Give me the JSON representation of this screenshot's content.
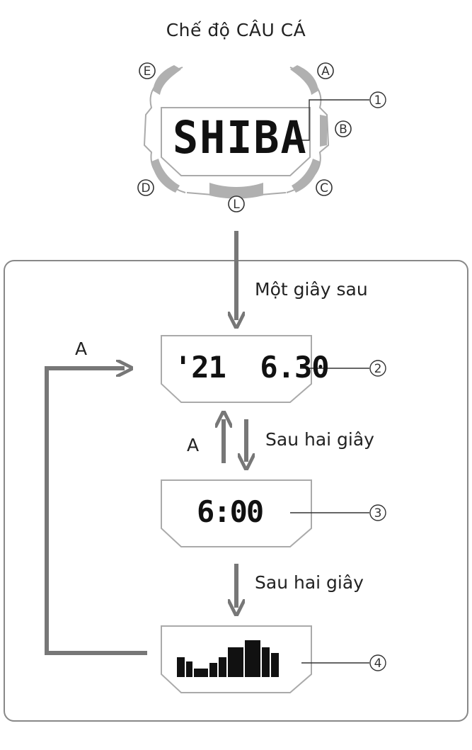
{
  "title": "Chế độ CÂU CÁ",
  "buttons": {
    "e": "E",
    "a": "A",
    "b": "B",
    "c": "C",
    "d": "D",
    "l": "L"
  },
  "callouts": [
    "1",
    "2",
    "3",
    "4"
  ],
  "screens": {
    "main": "SHIBA",
    "date": "'21  6.30",
    "time": "6:00"
  },
  "labels": {
    "after_one_second": "Một giây sau",
    "after_two_seconds_1": "Sau hai giây",
    "after_two_seconds_2": "Sau hai giây",
    "button_a_left": "A",
    "button_a_loop": "A"
  },
  "tide_graph": [
    {
      "h": 28,
      "w": 11
    },
    {
      "h": 22,
      "w": 9
    },
    {
      "h": 12,
      "w": 20
    },
    {
      "h": 20,
      "w": 11
    },
    {
      "h": 28,
      "w": 11
    },
    {
      "h": 42,
      "w": 22
    },
    {
      "h": 52,
      "w": 22
    },
    {
      "h": 42,
      "w": 11
    },
    {
      "h": 34,
      "w": 11
    }
  ]
}
